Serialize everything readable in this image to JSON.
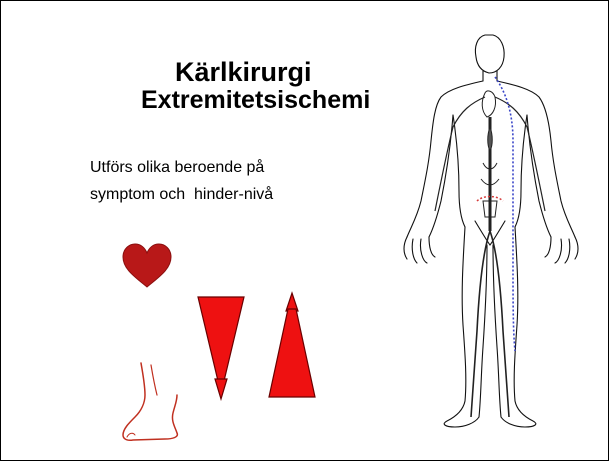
{
  "slide": {
    "title_line1": "Kärlkirurgi",
    "title_line2": "Extremitetsischemi",
    "text_line1": "Utförs olika beroende på",
    "text_line2": "symptom och  hinder-nivå"
  },
  "colors": {
    "accent_red": "#e01010",
    "heart_red": "#b81818",
    "foot_red": "#c03020",
    "vessel_blue": "#3a46c8"
  },
  "icons": {
    "heart": "heart-icon",
    "down_arrow": "arrow-down-icon",
    "up_arrow": "arrow-up-icon",
    "foot": "foot-icon",
    "body": "human-body-vascular-icon"
  }
}
